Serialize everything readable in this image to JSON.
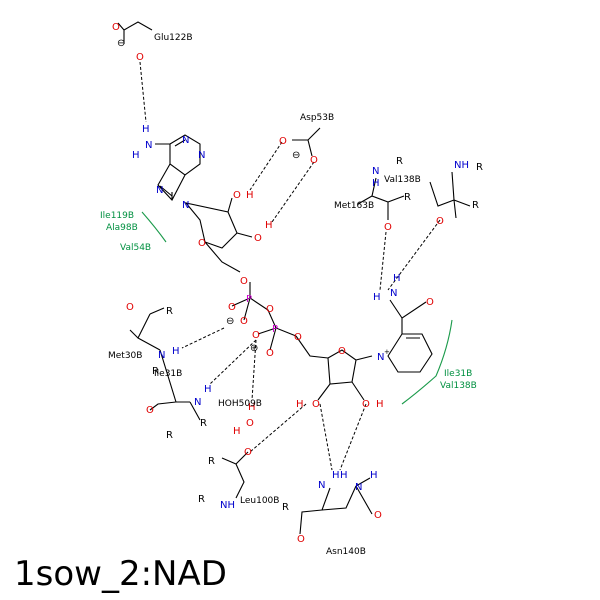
{
  "title": "1sow_2:NAD",
  "residues": {
    "glu122b": "Glu122B",
    "asp53b": "Asp53B",
    "val138b": "Val138B",
    "met163b": "Met163B",
    "met30b": "Met30B",
    "ile31b": "Ile31B",
    "hoh509b": "HOH509B",
    "leu100b": "Leu100B",
    "asn140b": "Asn140B"
  },
  "hydrophobic": {
    "ile119b": "Ile119B",
    "ala98b": "Ala98B",
    "val54b": "Val54B",
    "ile31b": "Ile31B",
    "val138b": "Val138B"
  },
  "atoms": {
    "O": "O",
    "N": "N",
    "H": "H",
    "P": "P",
    "R": "R",
    "NH": "NH",
    "HN": "HN",
    "N_plus": "N",
    "minus": "⊖",
    "plus": "⊕"
  },
  "colors": {
    "oxygen": "#e00000",
    "nitrogen": "#0000cc",
    "phosphorus": "#d000d0",
    "hydrophobic": "#1a9a4a"
  }
}
